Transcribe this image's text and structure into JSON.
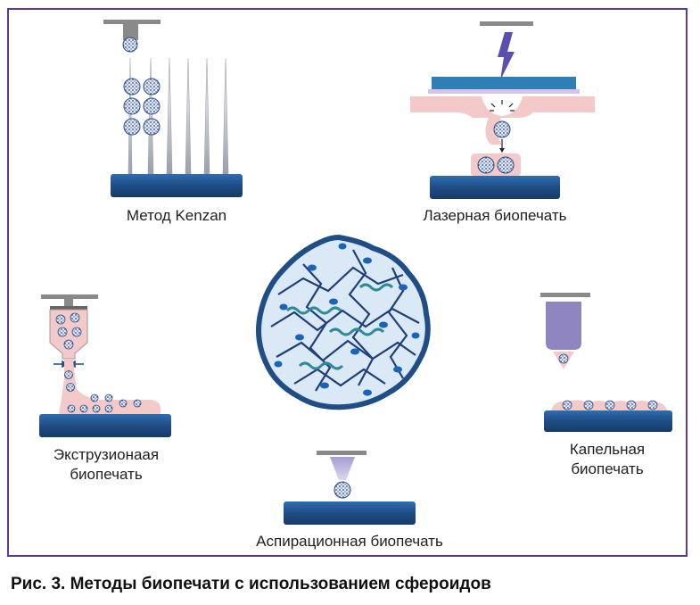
{
  "figure": {
    "caption": "Рис. 3. Методы биопечати с использованием сфероидов",
    "methods": [
      {
        "id": "kenzan",
        "label": "Метод Kenzan"
      },
      {
        "id": "laser",
        "label": "Лазерная биопечать"
      },
      {
        "id": "extrusion",
        "label": "Экструзионаая\nбиопечать"
      },
      {
        "id": "droplet",
        "label": "Капельная\nбиопечать"
      },
      {
        "id": "aspiration",
        "label": "Аспирационная биопечать"
      }
    ]
  },
  "colors": {
    "frame": "#5b3c8c",
    "platform_dark": "#1f4d86",
    "platform_light": "#2f6db0",
    "gel_pink": "#f4c9c9",
    "nozzle_purple": "#8f86c0",
    "spheroid_blue": "#2b4c86",
    "bar_gray": "#8a8a8a"
  }
}
